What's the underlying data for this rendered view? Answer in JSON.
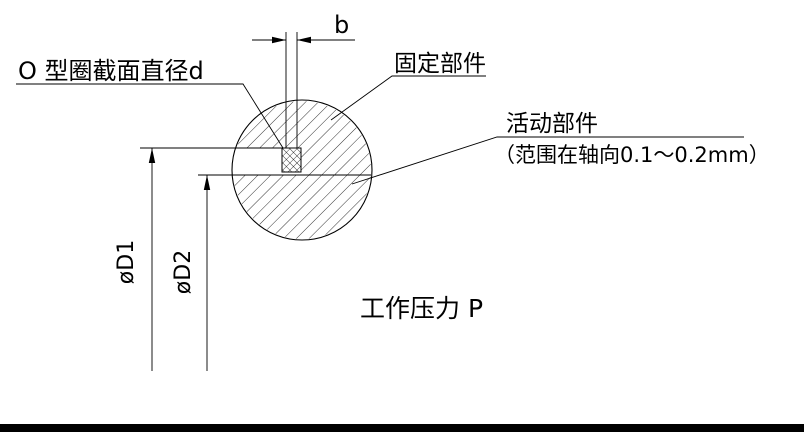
{
  "diagram": {
    "labels": {
      "section_diameter": "O 型圈截面直径d",
      "fixed_part": "固定部件",
      "moving_part": "活动部件",
      "moving_part_note": "（范围在轴向0.1～0.2mm）",
      "working_pressure": "工作压力 P"
    },
    "dimensions": {
      "groove_width": "b",
      "diameter1": "øD1",
      "diameter2": "øD2"
    },
    "colors": {
      "line": "#000000",
      "background": "#ffffff"
    }
  }
}
